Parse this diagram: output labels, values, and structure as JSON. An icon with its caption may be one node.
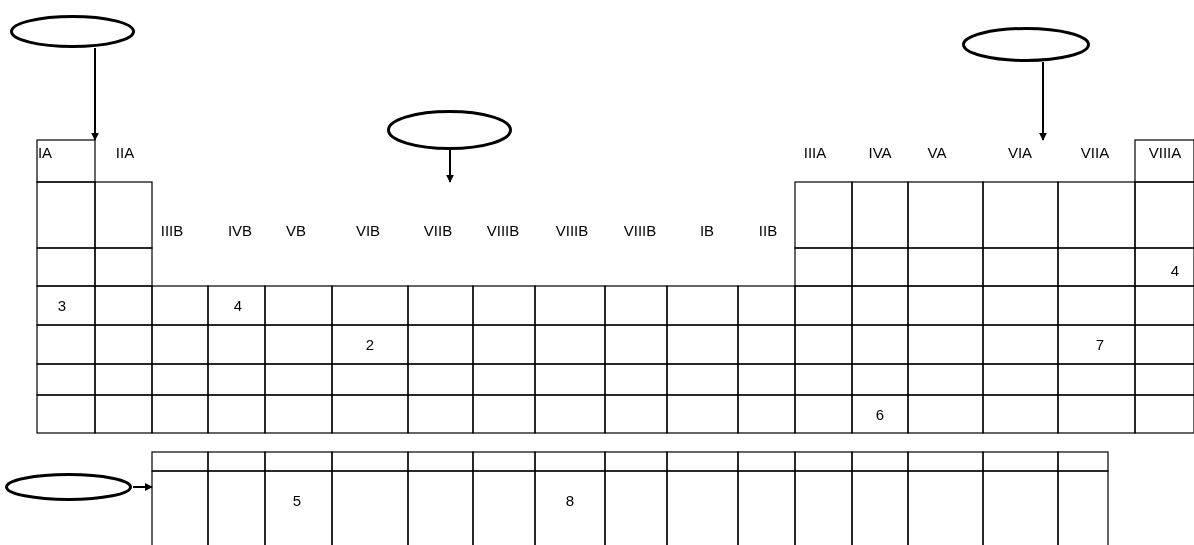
{
  "diagram": {
    "nodes": [
      {
        "text": [],
        "shape": "ellipse"
      },
      {
        "text": [],
        "shape": "ellipse"
      },
      {
        "text": [],
        "shape": "ellipse"
      },
      {
        "text": [],
        "shape": "box"
      },
      {
        "text": [],
        "shape": "box"
      },
      {
        "text": [],
        "shape": "ellipse"
      }
    ],
    "edges": [
      {
        "from": 0,
        "to": 3,
        "arrow": "to"
      },
      {
        "from": 1,
        "to": 3,
        "arrow": "to"
      },
      {
        "from": 2,
        "to": 3,
        "arrow": "to"
      },
      {
        "from": 5,
        "to": 4,
        "arrow": "to"
      }
    ],
    "labels": [
      "IA",
      "IIA",
      "IIIA",
      "IVA",
      "VA",
      "VIA",
      "VIIA",
      "VIIIA",
      "IIIB",
      "IVB",
      "VB",
      "VIB",
      "VIIB",
      "VIIIB",
      "VIIIB",
      "VIIIB",
      "IB",
      "IIB",
      "4",
      "3",
      "4",
      "2",
      "7",
      "6",
      "5",
      "8"
    ]
  }
}
